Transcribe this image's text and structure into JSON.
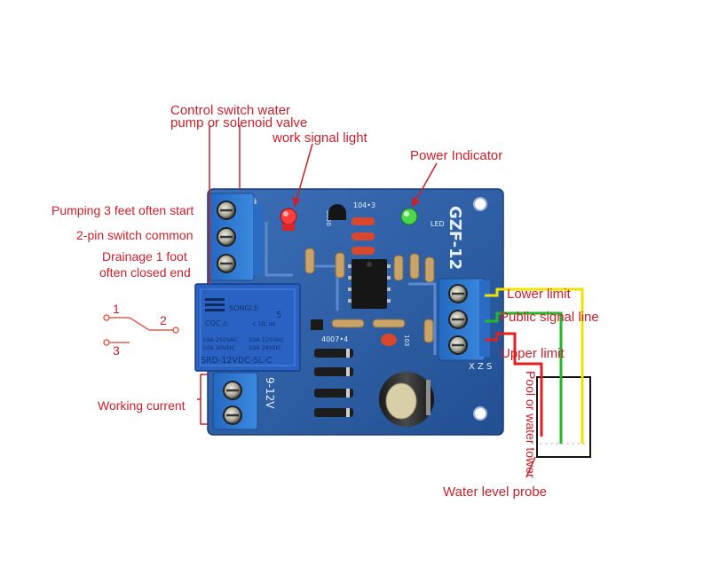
{
  "labels": {
    "control_line1": "Control switch water",
    "control_line2": "pump or solenoid valve",
    "work_signal": "work signal light",
    "power_indicator": "Power Indicator",
    "pumping": "Pumping 3 feet often start",
    "common": "2-pin switch common",
    "drainage_line1": "Drainage 1 foot",
    "drainage_line2": "often closed end",
    "working_current": "Working current",
    "lower_limit": "Lower limit",
    "public_signal": "Public signal line",
    "upper_limit": "Upper limit",
    "pool": "Pool or water tower",
    "probe": "Water level probe",
    "switch_1": "1",
    "switch_2": "2",
    "switch_3": "3"
  },
  "board": {
    "model": "GZF-12",
    "voltage": "9-12V",
    "led_label": "LED",
    "top_code": "104•3",
    "transistor_label": "8050",
    "diode_label": "4007•4",
    "small_code": "103",
    "xzs": "X  Z  S"
  },
  "relay": {
    "brand": "SONGLE",
    "rating_a1": "10A 250VAC",
    "rating_a2": "10A 125VAC",
    "rating_b1": "10A  30VDC",
    "rating_b2": "10A  28VDC",
    "model": "SRD-12VDC-SL-C",
    "cert": "CQC",
    "ul": "c UL us",
    "number": "5"
  },
  "colors": {
    "label_red": "#c8202a",
    "board_blue": "#2c5fa6",
    "terminal_blue": "#2f79d0",
    "relay_blue": "#2a62c4",
    "wire_yellow": "#f2e200",
    "wire_green": "#22b82a",
    "wire_red": "#e41f1f"
  }
}
